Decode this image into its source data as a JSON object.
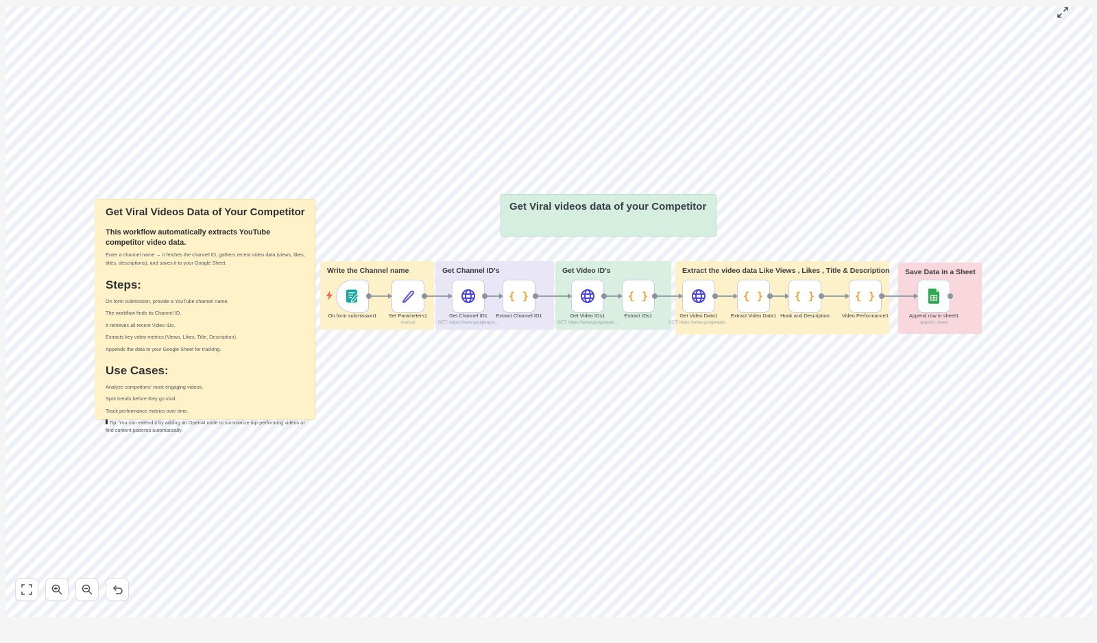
{
  "colors": {
    "canvas_stripe": "#eef0f8",
    "sticky_yellow": "#fff2c9",
    "group_yellow": "#fdf1ca",
    "group_purple": "#e9e6f5",
    "group_green": "#d9efe1",
    "sticky_green": "#d5eedf",
    "group_pink": "#f8d8dd",
    "indigo_icon": "#4a46d8",
    "orange_icon": "#f8a02e",
    "teal_icon": "#16a8a0",
    "sheets_green": "#2ea94f",
    "trigger_bolt": "#fb604e",
    "wire_gray": "#98a0a8"
  },
  "note": {
    "title": "Get Viral Videos Data of Your Competitor",
    "subtitle": "This workflow automatically extracts YouTube competitor video data.",
    "intro": "Enter a channel name → it fetches the channel ID, gathers recent video data (views, likes, titles, descriptions), and saves it to your Google Sheet.",
    "steps_heading": "Steps:",
    "steps": [
      "On form submission, provide a YouTube channel name.",
      "The workflow finds its Channel ID.",
      "It retrieves all recent Video IDs.",
      "Extracts key video metrics (Views, Likes, Title, Description).",
      "Appends the data to your Google Sheet for tracking."
    ],
    "use_cases_heading": "Use Cases:",
    "use_cases": [
      "Analyze competitors' most engaging videos.",
      "Spot trends before they go viral.",
      "Track performance metrics over time."
    ],
    "tip": "Tip: You can extend it by adding an OpenAI node to summarize top-performing videos or find content patterns automatically."
  },
  "board_title": {
    "text": "Get Viral videos data of your Competitor"
  },
  "groups": [
    {
      "label": "Write the Channel name"
    },
    {
      "label": "Get Channel ID's"
    },
    {
      "label": "Get Video ID's"
    },
    {
      "label": "Extract the video data Like Views , Likes , Title & Description"
    },
    {
      "label": "Save Data in a Sheet"
    }
  ],
  "nodes": [
    {
      "label": "On form submission1",
      "subtitle": "",
      "icon": "form-trigger-icon"
    },
    {
      "label": "Set Parameters1",
      "subtitle": "manual",
      "icon": "pencil-icon"
    },
    {
      "label": "Get Channel ID1",
      "subtitle": "GET: https://www.googleapis...",
      "icon": "globe-icon"
    },
    {
      "label": "Extract Channel ID1",
      "subtitle": "",
      "icon": "code-braces-icon"
    },
    {
      "label": "Get Video IDs1",
      "subtitle": "GET: https://www.googleapis...",
      "icon": "globe-icon"
    },
    {
      "label": "Extract IDs1",
      "subtitle": "",
      "icon": "code-braces-icon"
    },
    {
      "label": "Get Video Data1",
      "subtitle": "GET: https://www.googleapis...",
      "icon": "globe-icon"
    },
    {
      "label": "Extract Video Data1",
      "subtitle": "",
      "icon": "code-braces-icon"
    },
    {
      "label": "Hook and Description",
      "subtitle": "",
      "icon": "code-braces-icon"
    },
    {
      "label": "Video Performance1",
      "subtitle": "",
      "icon": "code-braces-icon"
    },
    {
      "label": "Append row in sheet1",
      "subtitle": "append: sheet",
      "icon": "google-sheets-icon"
    }
  ],
  "icons": {
    "braces_glyph": "{ }",
    "expand": "expand-icon",
    "fit_view": "fit-view-icon",
    "zoom_in": "zoom-in-icon",
    "zoom_out": "zoom-out-icon",
    "undo": "undo-icon",
    "trigger": "lightning-bolt-icon"
  }
}
